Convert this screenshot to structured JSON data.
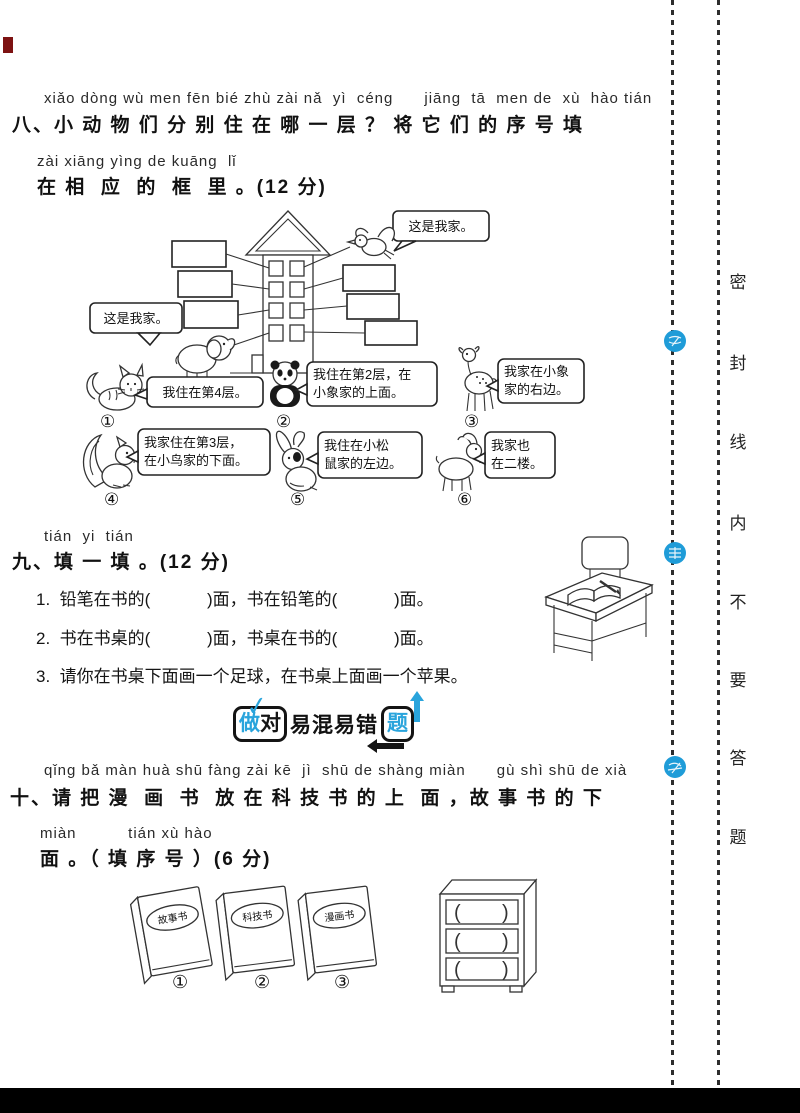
{
  "colors": {
    "accent_blue": "#29a4dc",
    "ink": "#1a1a1a"
  },
  "q8": {
    "pinyin_line1": "xiǎo dòng wù men fēn bié zhù zài nǎ  yì  céng      jiāng  tā  men de  xù  hào tián",
    "text_line1": "八、小 动 物 们 分 别 住 在 哪 一 层 ？ 将 它 们 的 序 号 填",
    "pinyin_line2": "zài xiāng yìng de kuāng  lǐ",
    "text_line2": "在 相  应  的  框  里 。(12 分)",
    "bird_bubble": "这是我家。",
    "elephant_bubble": "这是我家。",
    "bubbles": {
      "b1": [
        "我住在第4层。"
      ],
      "b2": [
        "我住在第2层，在",
        "小象家的上面。"
      ],
      "b3": [
        "我家在小象",
        "家的右边。"
      ],
      "b4": [
        "我家住在第3层，",
        "在小鸟家的下面。"
      ],
      "b5": [
        "我住在小松",
        "鼠家的左边。"
      ],
      "b6": [
        "我家也",
        "在二楼。"
      ]
    },
    "nums": [
      "①",
      "②",
      "③",
      "④",
      "⑤",
      "⑥"
    ]
  },
  "q9": {
    "pinyin": "tián  yi  tián",
    "title": "九、填 一 填 。(12 分)",
    "items": [
      "1.  铅笔在书的(            )面，书在铅笔的(            )面。",
      "2.  书在书桌的(            )面，书桌在书的(            )面。",
      "3.  请你在书桌下面画一个足球，在书桌上面画一个苹果。"
    ]
  },
  "banner": {
    "word1": "做",
    "word2": "对",
    "mid": "易混易错",
    "word3": "题",
    "check": "✓"
  },
  "q10": {
    "pinyin_line1": "qǐng bǎ màn huà shū fàng zài kē  jì  shū de shàng miàn      gù shì shū de xià",
    "text_line1": "十、请 把 漫  画  书  放 在 科 技 书 的 上  面 ，故 事 书 的 下",
    "pinyin_line2": "miàn          tián xù hào",
    "text_line2": "面 。（ 填 序 号 ）(6 分)",
    "books": [
      {
        "label": "故事书",
        "num": "①"
      },
      {
        "label": "科技书",
        "num": "②"
      },
      {
        "label": "漫画书",
        "num": "③"
      }
    ],
    "shelf_paren_left": "(",
    "shelf_paren_right": ")"
  },
  "margin": {
    "chars": [
      "密",
      "封",
      "线",
      "内",
      "不",
      "要",
      "答",
      "题"
    ]
  }
}
